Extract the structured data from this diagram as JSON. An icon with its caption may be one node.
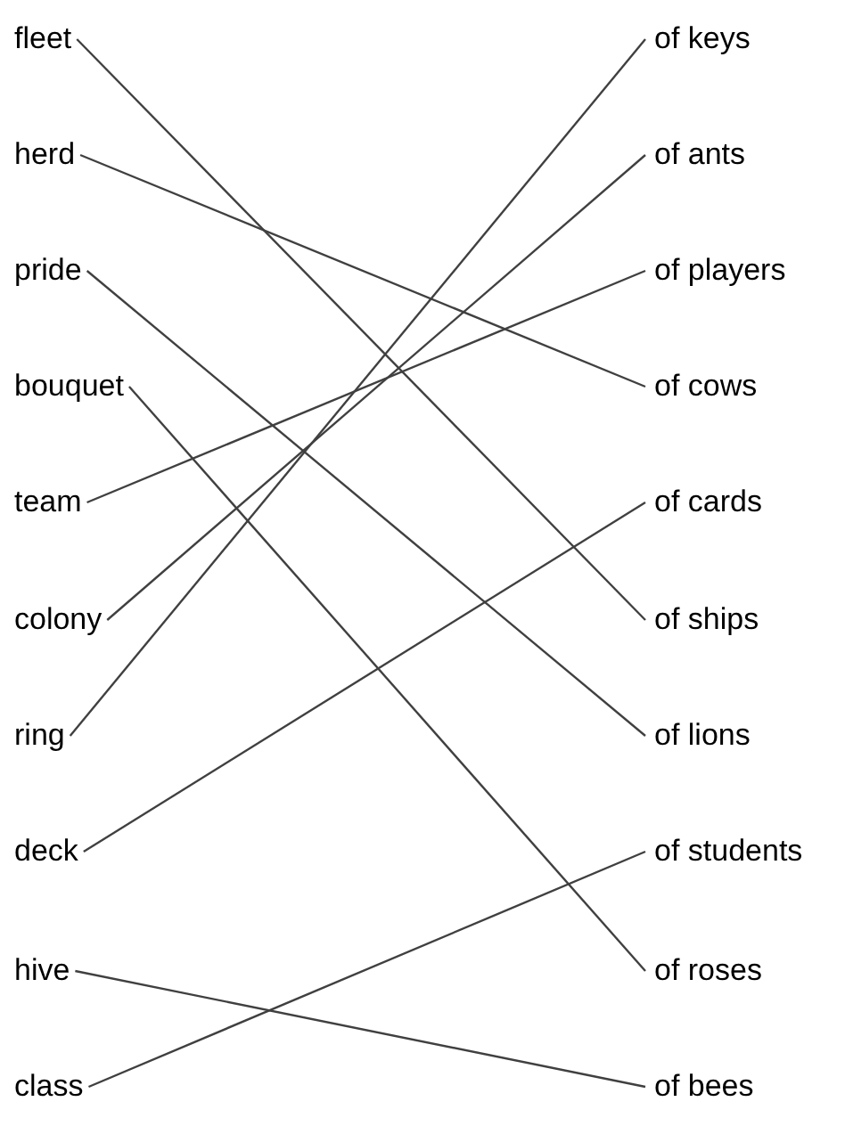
{
  "diagram": {
    "nodes": [
      {
        "text": [
          "fleet"
        ]
      },
      {
        "text": [
          "herd"
        ]
      },
      {
        "text": [
          "pride"
        ]
      },
      {
        "text": [
          "bouquet"
        ]
      },
      {
        "text": [
          "team"
        ]
      },
      {
        "text": [
          "colony"
        ]
      },
      {
        "text": [
          "ring"
        ]
      },
      {
        "text": [
          "deck"
        ]
      },
      {
        "text": [
          "hive"
        ]
      },
      {
        "text": [
          "class"
        ]
      },
      {
        "text": [
          "of keys"
        ]
      },
      {
        "text": [
          "of ants"
        ]
      },
      {
        "text": [
          "of players"
        ]
      },
      {
        "text": [
          "of cows"
        ]
      },
      {
        "text": [
          "of cards"
        ]
      },
      {
        "text": [
          "of ships"
        ]
      },
      {
        "text": [
          "of lions"
        ]
      },
      {
        "text": [
          "of students"
        ]
      },
      {
        "text": [
          "of roses"
        ]
      },
      {
        "text": [
          "of bees"
        ]
      }
    ],
    "edges": [
      {
        "from": 0,
        "to": 15,
        "arrow": "none"
      },
      {
        "from": 1,
        "to": 13,
        "arrow": "none"
      },
      {
        "from": 2,
        "to": 16,
        "arrow": "none"
      },
      {
        "from": 3,
        "to": 18,
        "arrow": "none"
      },
      {
        "from": 4,
        "to": 12,
        "arrow": "none"
      },
      {
        "from": 5,
        "to": 11,
        "arrow": "none"
      },
      {
        "from": 6,
        "to": 10,
        "arrow": "none"
      },
      {
        "from": 7,
        "to": 14,
        "arrow": "none"
      },
      {
        "from": 8,
        "to": 19,
        "arrow": "none"
      },
      {
        "from": 9,
        "to": 17,
        "arrow": "none"
      }
    ]
  }
}
